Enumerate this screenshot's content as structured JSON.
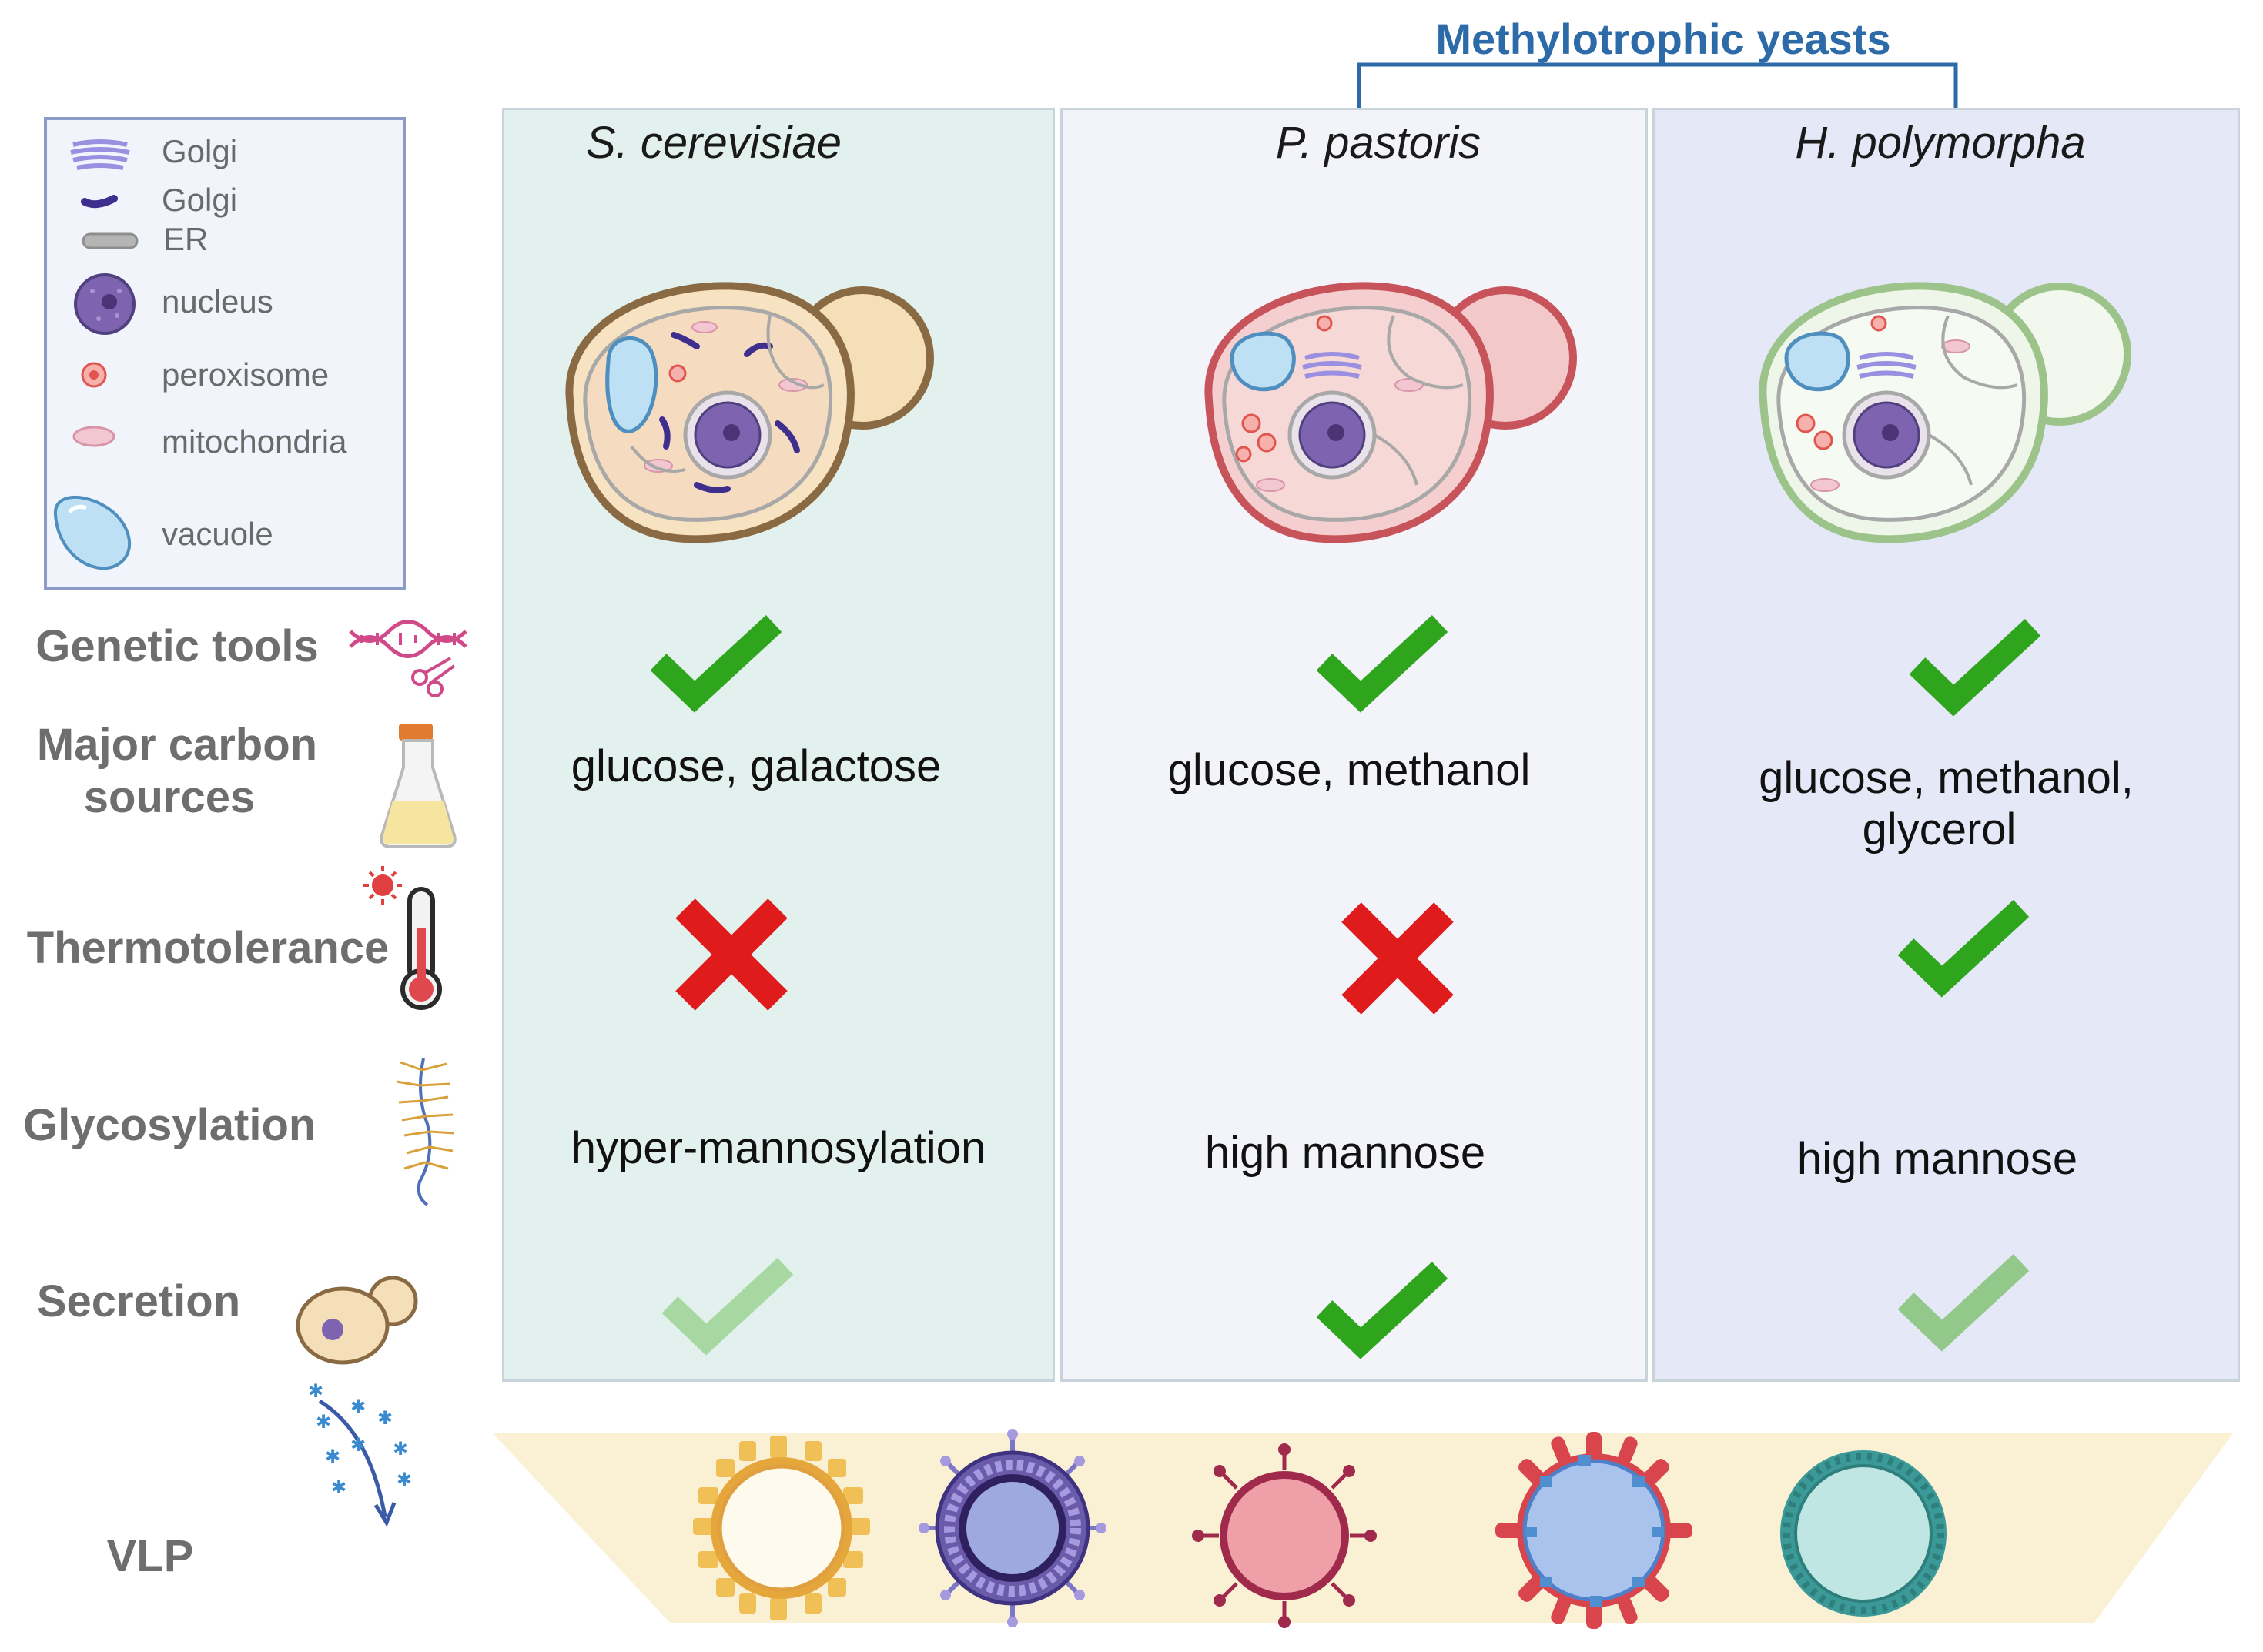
{
  "group_label": "Methylotrophic yeasts",
  "legend": {
    "items": [
      {
        "label": "Golgi",
        "icon": "golgi-stack-icon"
      },
      {
        "label": "Golgi",
        "icon": "golgi-fragment-icon"
      },
      {
        "label": "ER",
        "icon": "er-icon"
      },
      {
        "label": "nucleus",
        "icon": "nucleus-icon"
      },
      {
        "label": "peroxisome",
        "icon": "peroxisome-icon"
      },
      {
        "label": "mitochondria",
        "icon": "mitochondria-icon"
      },
      {
        "label": "vacuole",
        "icon": "vacuole-icon"
      }
    ]
  },
  "columns": [
    {
      "species": "S. cerevisiae",
      "bg": "#e3f1ee",
      "genetic_tools": "check",
      "carbon": "glucose, galactose",
      "thermotolerance": "cross",
      "glycosylation": "hyper-mannosylation",
      "secretion": "check-faded"
    },
    {
      "species": "P. pastoris",
      "bg": "#f2f4fa",
      "genetic_tools": "check",
      "carbon": "glucose, methanol",
      "thermotolerance": "cross",
      "glycosylation": "high mannose",
      "secretion": "check"
    },
    {
      "species": "H. polymorpha",
      "bg": "#e4e8f7",
      "genetic_tools": "check",
      "carbon_line1": "glucose, methanol,",
      "carbon_line2": "glycerol",
      "thermotolerance": "check",
      "glycosylation": "high mannose",
      "secretion": "check-faded"
    }
  ],
  "rows": {
    "genetic_tools": "Genetic tools",
    "carbon_line1": "Major carbon",
    "carbon_line2": "sources",
    "thermotolerance": "Thermotolerance",
    "glycosylation": "Glycosylation",
    "secretion": "Secretion",
    "vlp": "VLP"
  },
  "colors": {
    "check": "#2fa51e",
    "check_faded": "#a8d8a2",
    "cross": "#e01b1b",
    "vlp_band": "#faf1d4",
    "group_bracket": "#2d6aa8"
  }
}
